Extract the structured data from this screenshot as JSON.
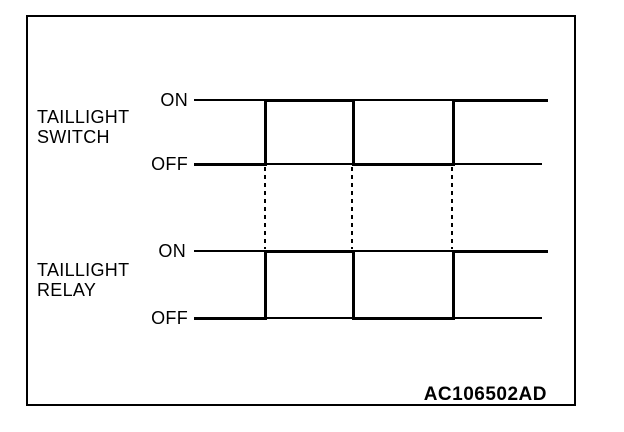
{
  "figure": {
    "id_label": "AC106502AD"
  },
  "colors": {
    "line": "#000000",
    "background": "#ffffff"
  },
  "signals": [
    {
      "name_line1": "TAILLIGHT",
      "name_line2": "SWITCH",
      "on_label": "ON",
      "off_label": "OFF",
      "state_sequence": [
        "OFF",
        "ON",
        "OFF",
        "ON"
      ]
    },
    {
      "name_line1": "TAILLIGHT",
      "name_line2": "RELAY",
      "on_label": "ON",
      "off_label": "OFF",
      "state_sequence": [
        "OFF",
        "ON",
        "OFF",
        "ON"
      ]
    }
  ],
  "sync": {
    "dashed_marker_count": 3,
    "meaning": "relay transitions follow switch transitions"
  }
}
